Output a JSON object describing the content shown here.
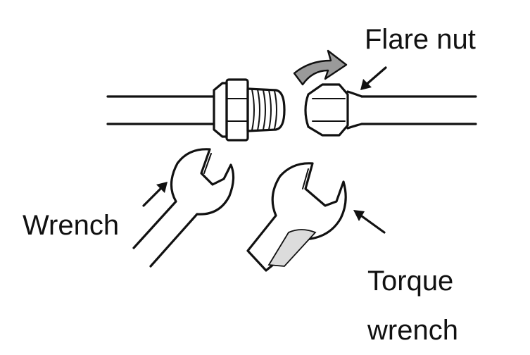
{
  "labels": {
    "flare_nut": "Flare nut",
    "wrench": "Wrench",
    "torque_wrench_line1": "Torque",
    "torque_wrench_line2": "wrench"
  },
  "colors": {
    "ink": "#111111",
    "rotation_arrow_fill": "#9a9a9a",
    "torque_grip_fill": "#dcdcdc",
    "background": "#ffffff"
  }
}
